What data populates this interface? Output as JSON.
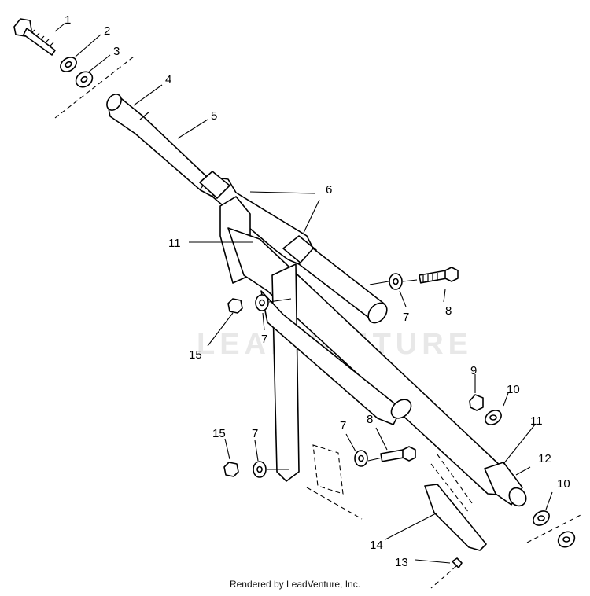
{
  "watermark": "LEADVENTURE",
  "footer": "Rendered by LeadVenture, Inc.",
  "callouts": {
    "c1": "1",
    "c2": "2",
    "c3": "3",
    "c4": "4",
    "c5": "5",
    "c6": "6",
    "c11a": "11",
    "c15a": "15",
    "c7a": "7",
    "c7b": "7",
    "c8a": "8",
    "c9": "9",
    "c10a": "10",
    "c11b": "11",
    "c12": "12",
    "c10b": "10",
    "c15b": "15",
    "c7c": "7",
    "c7d": "7",
    "c8b": "8",
    "c14": "14",
    "c13": "13"
  }
}
